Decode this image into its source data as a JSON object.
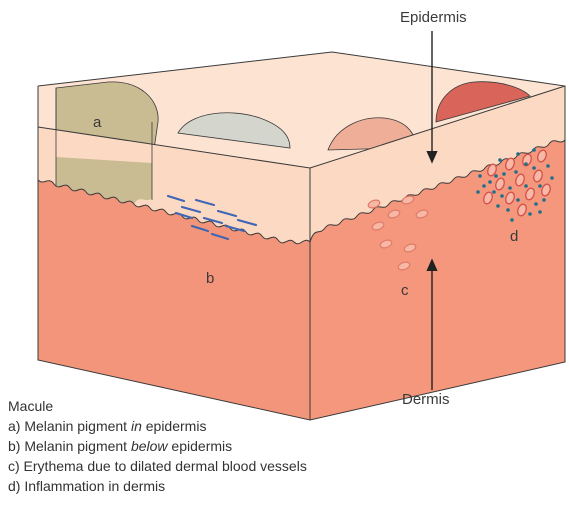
{
  "labels": {
    "epidermis": "Epidermis",
    "dermis": "Dermis",
    "a": "a",
    "b": "b",
    "c": "c",
    "d": "d"
  },
  "caption": {
    "title": "Macule",
    "items": [
      {
        "prefix": "a) Melanin pigment ",
        "emph": "in",
        "suffix": " epidermis"
      },
      {
        "prefix": "b) Melanin pigment ",
        "emph": "below",
        "suffix": " epidermis"
      },
      {
        "prefix": "c) Erythema due to dilated dermal blood vessels",
        "emph": "",
        "suffix": ""
      },
      {
        "prefix": "d) Inflammation in dermis",
        "emph": "",
        "suffix": ""
      }
    ]
  },
  "colors": {
    "dermis_front": "#f2957a",
    "dermis_side": "#f4977c",
    "epidermis_top": "#fde3d1",
    "epidermis_band": "#fcd9c3",
    "outline": "#3a3a3a",
    "pigment_a": "#c9bb92",
    "pigment_b": "#3f66b5",
    "lesion_2": "#d4d6cd",
    "lesion_3": "#eeae98",
    "lesion_4": "#d9655a",
    "vessel": "#e27a68",
    "cell_dot": "#1f6f8c"
  }
}
